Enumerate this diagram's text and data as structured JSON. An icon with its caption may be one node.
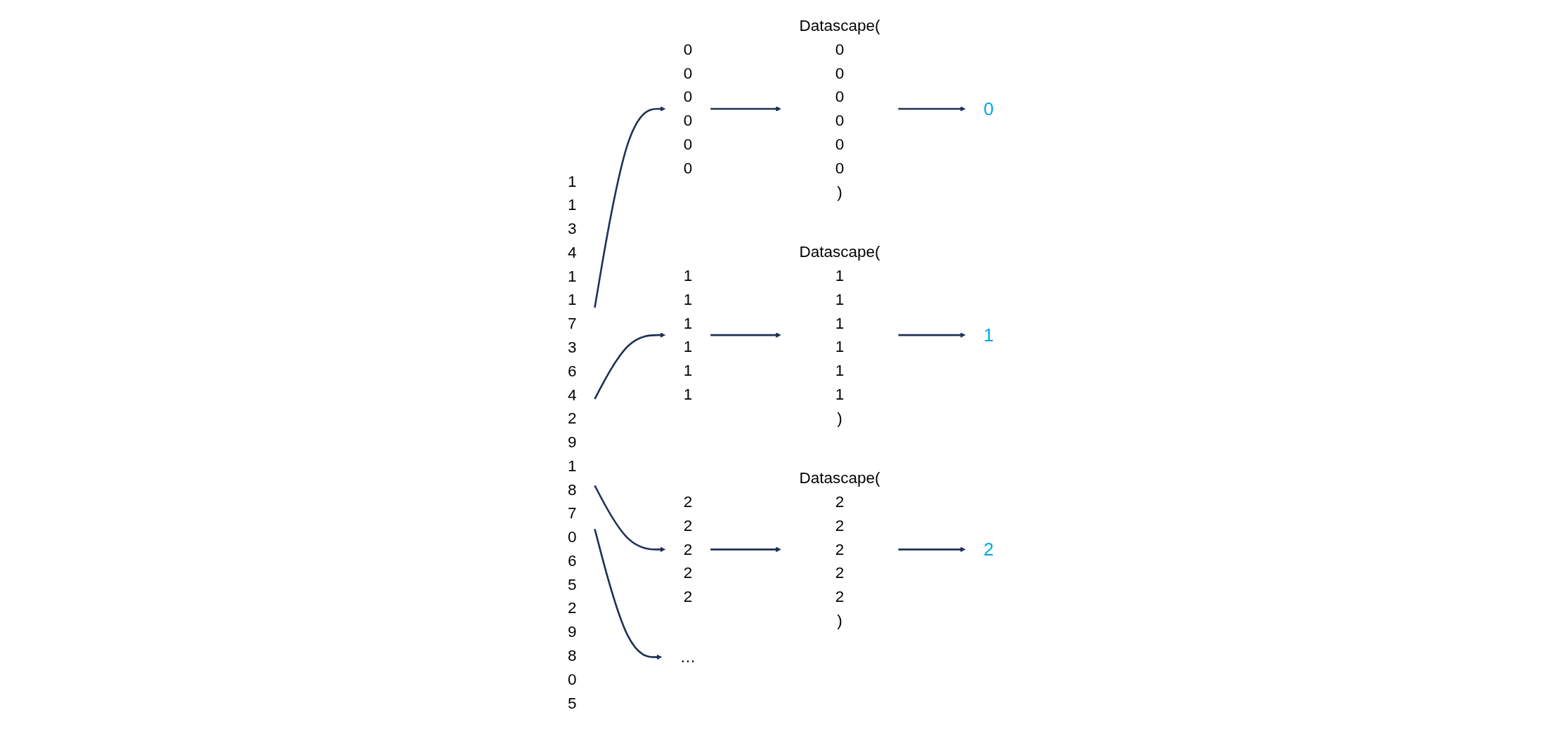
{
  "diagram": {
    "nodes": [
      {
        "text": [
          "1",
          "1",
          "3",
          "4",
          "1",
          "1",
          "7",
          "3",
          "6",
          "4",
          "2",
          "9",
          "1",
          "8",
          "7",
          "0",
          "6",
          "5",
          "2",
          "9",
          "8",
          "0",
          "5"
        ]
      },
      {
        "text": [
          "0",
          "0",
          "0",
          "0",
          "0",
          "0"
        ]
      },
      {
        "text": [
          "Datascape(",
          "0",
          "0",
          "0",
          "0",
          "0",
          "0",
          ")"
        ]
      },
      {
        "text": [
          "0"
        ]
      },
      {
        "text": [
          "1",
          "1",
          "1",
          "1",
          "1",
          "1"
        ]
      },
      {
        "text": [
          "Datascape(",
          "1",
          "1",
          "1",
          "1",
          "1",
          "1",
          ")"
        ]
      },
      {
        "text": [
          "1"
        ]
      },
      {
        "text": [
          "2",
          "2",
          "2",
          "2",
          "2"
        ]
      },
      {
        "text": [
          "Datascape(",
          "2",
          "2",
          "2",
          "2",
          "2",
          ")"
        ]
      },
      {
        "text": [
          "2"
        ]
      },
      {
        "text": [
          "…"
        ]
      }
    ],
    "edges": [
      {
        "from": 0,
        "to": 1,
        "arrow": "to"
      },
      {
        "from": 0,
        "to": 4,
        "arrow": "to"
      },
      {
        "from": 0,
        "to": 7,
        "arrow": "to"
      },
      {
        "from": 0,
        "to": 10,
        "arrow": "to"
      },
      {
        "from": 1,
        "to": 2,
        "arrow": "to"
      },
      {
        "from": 2,
        "to": 3,
        "arrow": "to"
      },
      {
        "from": 4,
        "to": 5,
        "arrow": "to"
      },
      {
        "from": 5,
        "to": 6,
        "arrow": "to"
      },
      {
        "from": 7,
        "to": 8,
        "arrow": "to"
      },
      {
        "from": 8,
        "to": 9,
        "arrow": "to"
      }
    ]
  }
}
